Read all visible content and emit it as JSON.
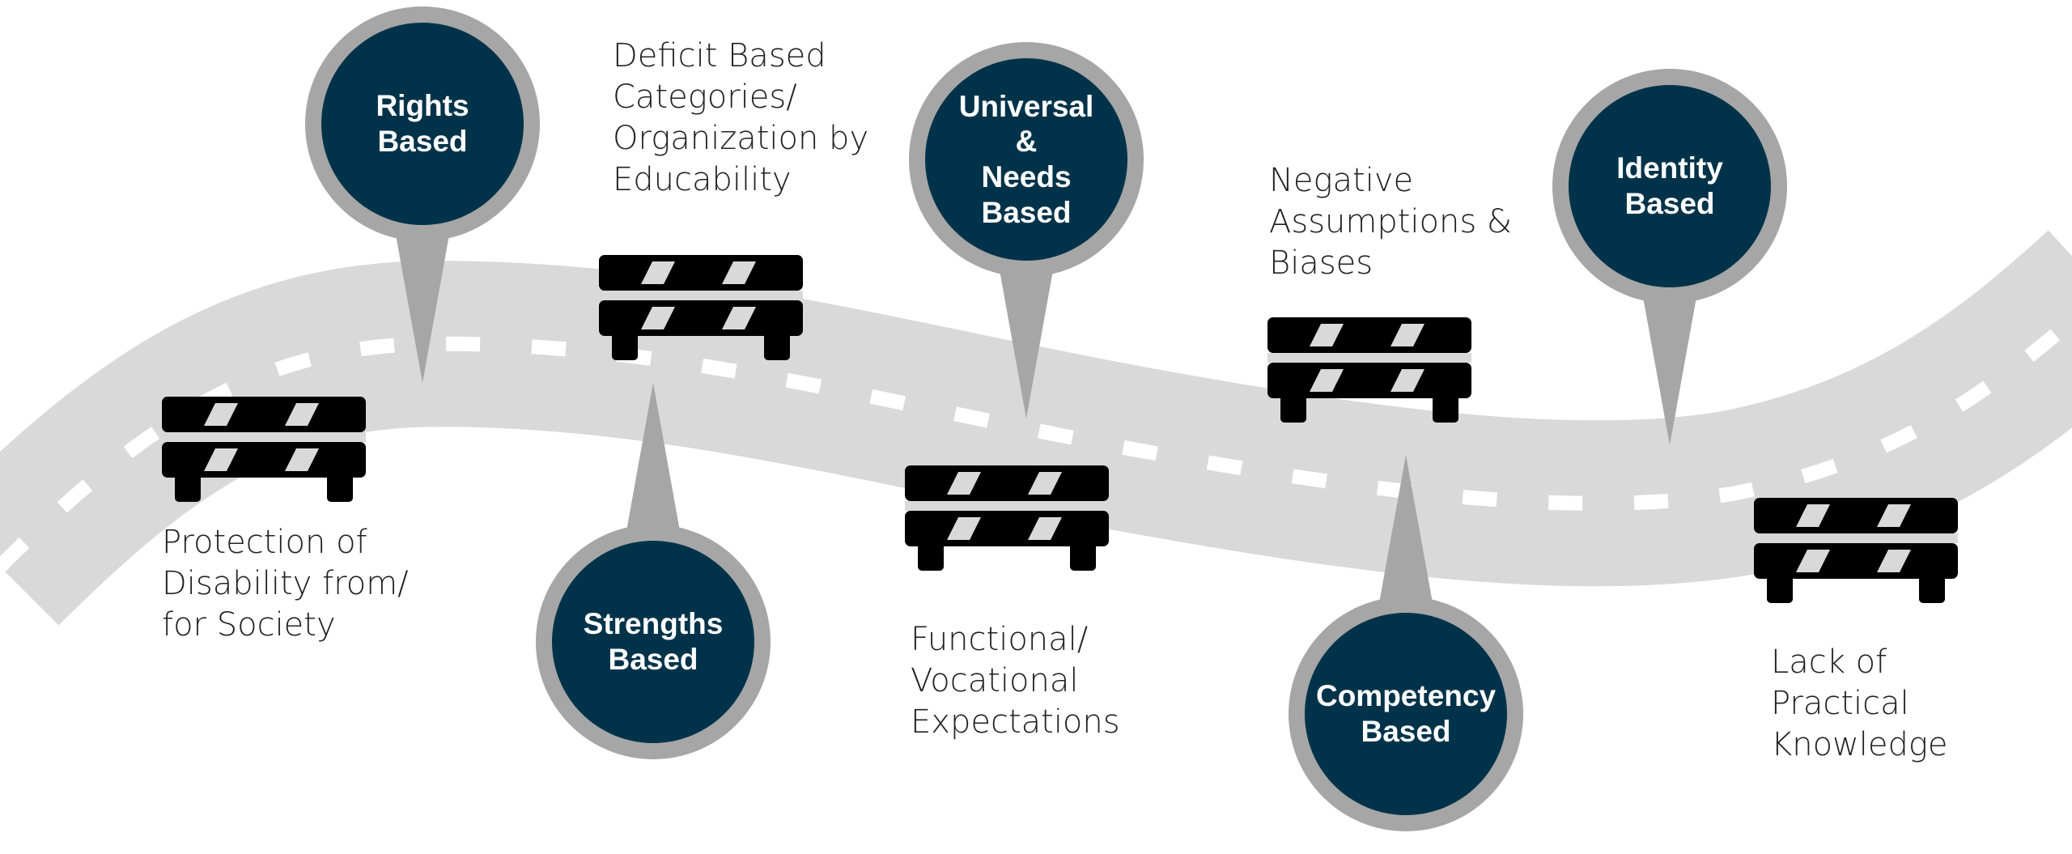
{
  "colors": {
    "road": "#d9d9d9",
    "road_dash": "#ffffff",
    "pin_ring": "#a6a6a6",
    "pin_fill": "#003349",
    "barrier": "#000000",
    "barrier_stripe": "#d9d9d9",
    "text": "#222222"
  },
  "models": [
    {
      "id": "rights",
      "label": "Rights\nBased",
      "pointer": "down",
      "icon": "map-pin-icon"
    },
    {
      "id": "strengths",
      "label": "Strengths\nBased",
      "pointer": "up",
      "icon": "map-pin-icon"
    },
    {
      "id": "universal",
      "label": "Universal &\nNeeds Based",
      "pointer": "down",
      "icon": "map-pin-icon"
    },
    {
      "id": "competency",
      "label": "Competency\nBased",
      "pointer": "up",
      "icon": "map-pin-icon"
    },
    {
      "id": "identity",
      "label": "Identity\nBased",
      "pointer": "down",
      "icon": "map-pin-icon"
    }
  ],
  "barriers": [
    {
      "id": "protection",
      "text": "Protection of\nDisability from/\nfor Society",
      "icon": "road-barrier-icon"
    },
    {
      "id": "deficit",
      "text": "Deficit Based\nCategories/\nOrganization by\nEducability",
      "icon": "road-barrier-icon"
    },
    {
      "id": "functional",
      "text": "Functional/\nVocational\nExpectations",
      "icon": "road-barrier-icon"
    },
    {
      "id": "negative",
      "text": "Negative\nAssumptions &\nBiases",
      "icon": "road-barrier-icon"
    },
    {
      "id": "practical",
      "text": "Lack of\nPractical\nKnowledge",
      "icon": "road-barrier-icon"
    }
  ]
}
